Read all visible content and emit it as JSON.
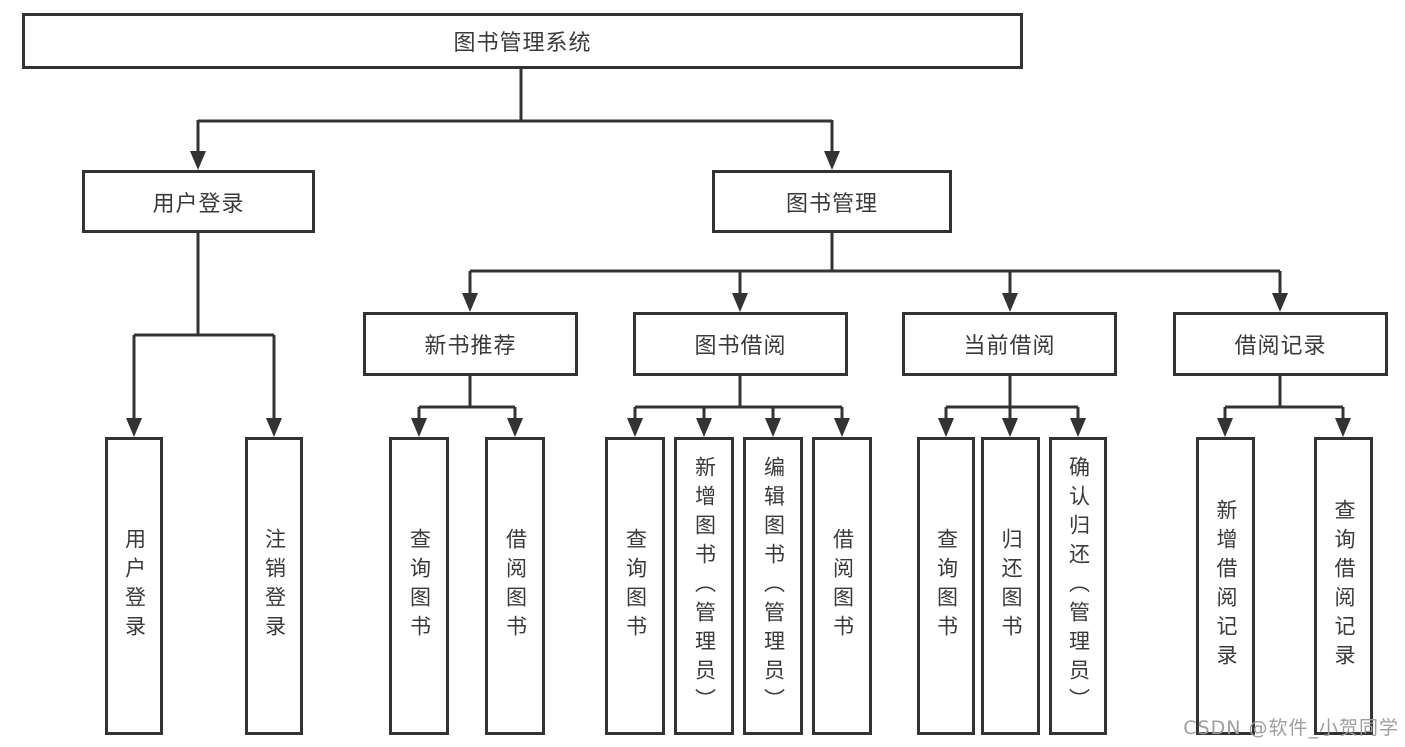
{
  "title": "图书管理系统",
  "tree": {
    "root": {
      "label": "图书管理系统"
    },
    "branches": [
      {
        "label": "用户登录",
        "children": [
          {
            "label": "用户登录"
          },
          {
            "label": "注销登录"
          }
        ]
      },
      {
        "label": "图书管理",
        "children": [
          {
            "label": "新书推荐",
            "children": [
              {
                "label": "查询图书"
              },
              {
                "label": "借阅图书"
              }
            ]
          },
          {
            "label": "图书借阅",
            "children": [
              {
                "label": "查询图书"
              },
              {
                "label": "新增图书（管理员）"
              },
              {
                "label": "编辑图书（管理员）"
              },
              {
                "label": "借阅图书"
              }
            ]
          },
          {
            "label": "当前借阅",
            "children": [
              {
                "label": "查询图书"
              },
              {
                "label": "归还图书"
              },
              {
                "label": "确认归还（管理员）"
              }
            ]
          },
          {
            "label": "借阅记录",
            "children": [
              {
                "label": "新增借阅记录"
              },
              {
                "label": "查询借阅记录"
              }
            ]
          }
        ]
      }
    ]
  },
  "watermark": {
    "text": "CSDN @软件_小贺同学"
  },
  "colors": {
    "line": "#333333",
    "box_border": "#333333",
    "text": "#3a3a3a",
    "watermark": "#9e9e9e",
    "background": "#ffffff"
  }
}
